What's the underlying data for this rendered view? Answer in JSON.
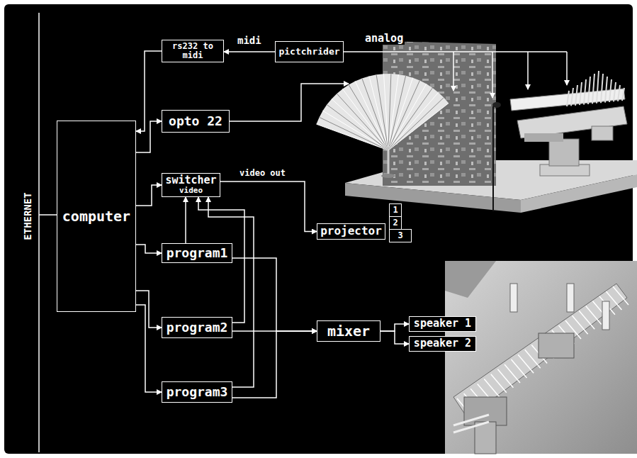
{
  "diagram": {
    "nodes": [
      {
        "text": [
          "computer"
        ]
      },
      {
        "text": [
          "rs232 to midi"
        ]
      },
      {
        "text": [
          "pictchrider"
        ]
      },
      {
        "text": [
          "opto 22"
        ]
      },
      {
        "text": [
          "switcher",
          "video"
        ]
      },
      {
        "text": [
          "projector"
        ]
      },
      {
        "text": [
          "1"
        ]
      },
      {
        "text": [
          "2"
        ]
      },
      {
        "text": [
          "3"
        ]
      },
      {
        "text": [
          "program1"
        ]
      },
      {
        "text": [
          "program2"
        ]
      },
      {
        "text": [
          "program3"
        ]
      },
      {
        "text": [
          "mixer"
        ]
      },
      {
        "text": [
          "speaker 1"
        ]
      },
      {
        "text": [
          "speaker 2"
        ]
      }
    ],
    "edges": [
      {
        "from": 2,
        "to": 1,
        "label": "midi",
        "arrow": "to"
      },
      {
        "from": 1,
        "to": 0,
        "arrow": "to"
      },
      {
        "from": 0,
        "to": 3,
        "arrow": "to"
      },
      {
        "from": 0,
        "to": 4,
        "arrow": "to"
      },
      {
        "from": 0,
        "to": 9,
        "arrow": "to"
      },
      {
        "from": 0,
        "to": 10,
        "arrow": "to"
      },
      {
        "from": 0,
        "to": 11,
        "arrow": "to"
      },
      {
        "from": 4,
        "to": 5,
        "label": "video out",
        "arrow": "to"
      },
      {
        "from": 9,
        "to": 4,
        "arrow": "to"
      },
      {
        "from": 10,
        "to": 4,
        "arrow": "to"
      },
      {
        "from": 11,
        "to": 4,
        "arrow": "to"
      },
      {
        "from": 9,
        "to": 12,
        "arrow": "to"
      },
      {
        "from": 10,
        "to": 12,
        "arrow": "to"
      },
      {
        "from": 11,
        "to": 12,
        "arrow": "to"
      },
      {
        "from": 12,
        "to": 13,
        "arrow": "to"
      },
      {
        "from": 12,
        "to": 14,
        "arrow": "to"
      }
    ],
    "labels": [
      "ETHERNET",
      "analog"
    ]
  }
}
